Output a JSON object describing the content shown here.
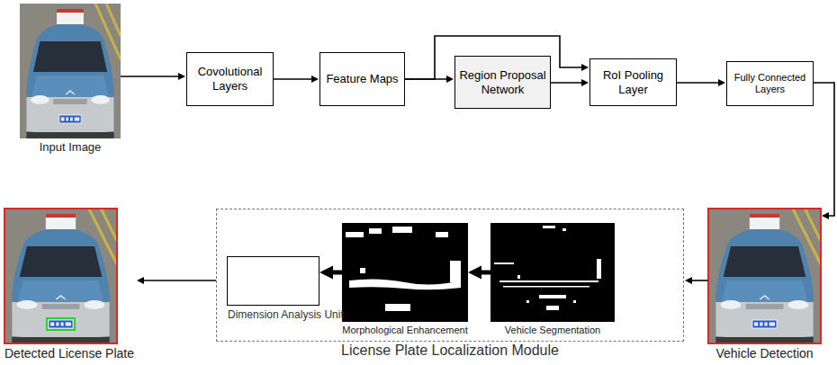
{
  "diagram": {
    "nodes": [
      {
        "text": [
          "Input Image"
        ]
      },
      {
        "text": [
          "Covolutional Layers"
        ]
      },
      {
        "text": [
          "Feature Maps"
        ]
      },
      {
        "text": [
          "Region Proposal Network"
        ]
      },
      {
        "text": [
          "RoI Pooling Layer"
        ]
      },
      {
        "text": [
          "Fully Connected Layers"
        ]
      },
      {
        "text": [
          "Detected License Plate"
        ]
      },
      {
        "text": [
          "License Plate Localization Module"
        ]
      },
      {
        "text": [
          "Dimension Analysis Unit"
        ],
        "in": 7
      },
      {
        "text": [
          "Morphological Enhancement"
        ],
        "in": 7
      },
      {
        "text": [
          "Vehicle Segmentation"
        ],
        "in": 7
      },
      {
        "text": [
          "Vehicle Detection"
        ]
      }
    ],
    "edges": [
      {
        "from": 0,
        "to": 1,
        "arrow": "to"
      },
      {
        "from": 1,
        "to": 2,
        "arrow": "to"
      },
      {
        "from": 2,
        "to": 3,
        "arrow": "to"
      },
      {
        "from": 2,
        "to": 4,
        "arrow": "to"
      },
      {
        "from": 3,
        "to": 4,
        "arrow": "to"
      },
      {
        "from": 4,
        "to": 5,
        "arrow": "to"
      },
      {
        "from": 5,
        "to": 11,
        "arrow": "to"
      },
      {
        "from": 11,
        "to": 7,
        "arrow": "to"
      },
      {
        "from": 10,
        "to": 9,
        "arrow": "to"
      },
      {
        "from": 9,
        "to": 8,
        "arrow": "to"
      },
      {
        "from": 7,
        "to": 6,
        "arrow": "to"
      }
    ]
  }
}
